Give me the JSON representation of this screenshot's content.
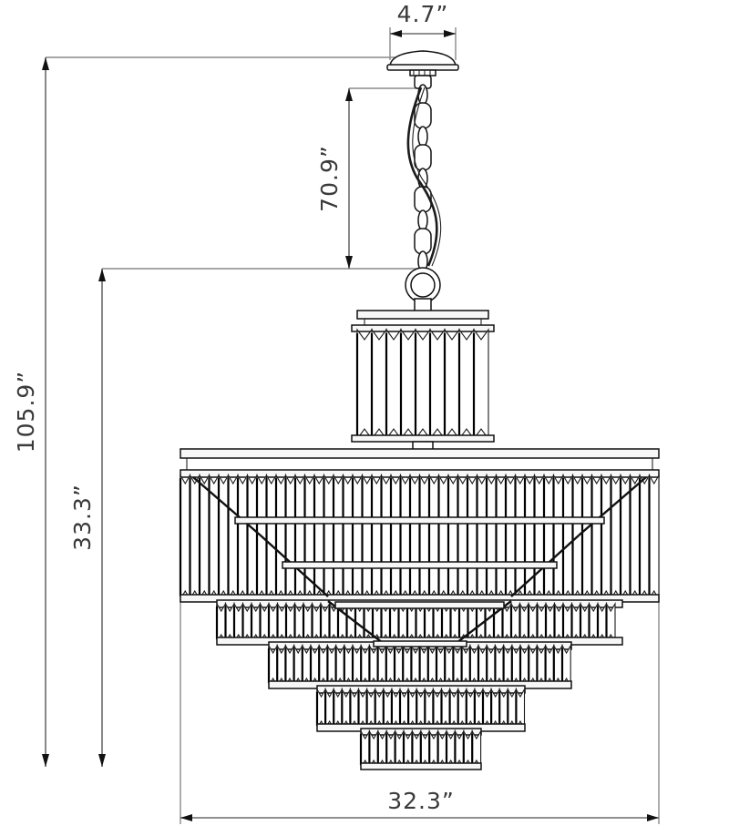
{
  "drawing": {
    "title": "Chandelier dimensioned elevation drawing",
    "background_color": "#ffffff",
    "line_color": "#111111",
    "dimension_color": "#6b6b6b",
    "label_color": "#3a3a3a",
    "units": "inches",
    "unit_symbol": "”"
  },
  "dimensions": {
    "canopy_width": {
      "label": "4.7”",
      "value": 4.7,
      "orientation": "horizontal",
      "describes": "canopy diameter"
    },
    "chain_drop": {
      "label": "70.9”",
      "value": 70.9,
      "orientation": "vertical",
      "describes": "chain / suspension drop"
    },
    "overall_height": {
      "label": "105.9”",
      "value": 105.9,
      "orientation": "vertical",
      "describes": "overall height including chain"
    },
    "fixture_height": {
      "label": "33.3”",
      "value": 33.3,
      "orientation": "vertical",
      "describes": "fixture body height"
    },
    "overall_width": {
      "label": "32.3”",
      "value": 32.3,
      "orientation": "horizontal",
      "describes": "overall widest diameter"
    }
  },
  "fixture": {
    "parts": [
      {
        "name": "canopy",
        "description": "ceiling canopy plate"
      },
      {
        "name": "chain",
        "description": "oval link suspension chain"
      },
      {
        "name": "cord",
        "description": "twisted power cord along chain"
      },
      {
        "name": "hanging-ring",
        "description": "ring connector above shade"
      },
      {
        "name": "top-drum-shade",
        "description": "upper crystal drum shade"
      },
      {
        "name": "tier-1",
        "description": "widest crystal tier"
      },
      {
        "name": "tier-2",
        "description": "second crystal tier"
      },
      {
        "name": "tier-3",
        "description": "third crystal tier"
      },
      {
        "name": "tier-4",
        "description": "fourth crystal tier"
      },
      {
        "name": "tier-5",
        "description": "bottom crystal tier"
      }
    ]
  }
}
